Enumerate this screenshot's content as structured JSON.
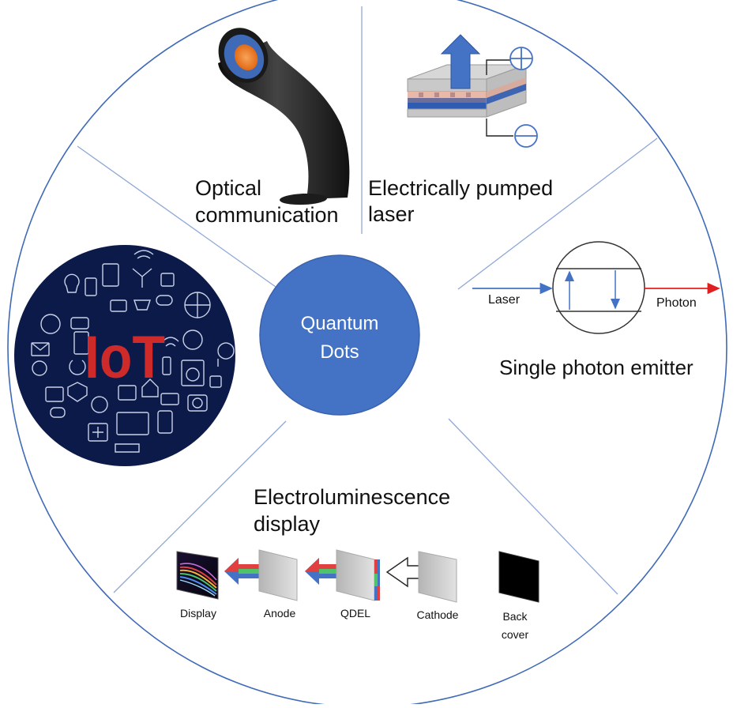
{
  "center": {
    "line1": "Quantum",
    "line2": "Dots"
  },
  "segments": {
    "optical": {
      "line1": "Optical",
      "line2": "communication",
      "icon": "optical-fiber-icon"
    },
    "laser": {
      "line1": "Electrically pumped",
      "line2": "laser",
      "plus": "+",
      "minus": "−",
      "icon": "laser-device-icon"
    },
    "single_photon": {
      "title": "Single photon emitter",
      "input_label": "Laser",
      "output_label": "Photon",
      "icon": "energy-level-icon"
    },
    "iot": {
      "text": "IoT",
      "icon": "iot-icons-circle"
    },
    "display": {
      "line1": "Electroluminescence",
      "line2": "display",
      "stack": [
        {
          "label": "Display"
        },
        {
          "label": "Anode"
        },
        {
          "label": "QDEL"
        },
        {
          "label": "Cathode"
        },
        {
          "label": "Back",
          "label2": "cover"
        }
      ]
    }
  },
  "colors": {
    "ring": "#3f6ab7",
    "center_fill": "#4472c4",
    "iot_bg": "#0c1a4a",
    "iot_text": "#cf2a2a",
    "fiber_core": "#ef7d2a",
    "photon_arrow": "#e02020"
  }
}
